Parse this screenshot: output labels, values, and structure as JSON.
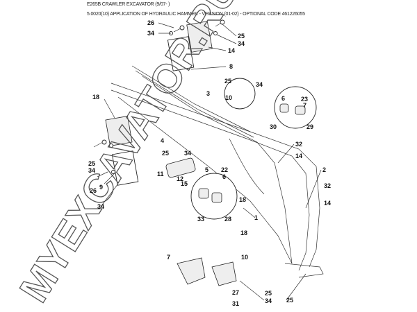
{
  "header": {
    "title": "E265B CRAWLER EXCAVATOR (9/07- )",
    "subtitle": "5.0020(10) APPLICATION OF HYDRAULIC HAMMER - VERSION (01-02) - OPTIONAL CODE 461226055"
  },
  "watermark": "MYEXCAVATOR.RU",
  "callouts": [
    "26",
    "34",
    "25",
    "34",
    "14",
    "8",
    "25",
    "34",
    "3",
    "10",
    "6",
    "23",
    "7",
    "30",
    "29",
    "18",
    "32",
    "14",
    "4",
    "25",
    "34",
    "11",
    "12",
    "15",
    "2",
    "25",
    "34",
    "9",
    "26",
    "34",
    "5",
    "22",
    "6",
    "18",
    "1",
    "33",
    "28",
    "32",
    "14",
    "18",
    "7",
    "10",
    "27",
    "25",
    "31",
    "34",
    "25"
  ]
}
